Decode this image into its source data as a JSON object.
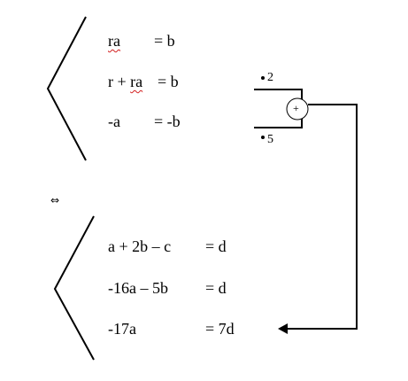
{
  "system_top": {
    "rows": [
      {
        "lhs_prefix": "",
        "lhs_underlined": "ra",
        "rhs": "= b"
      },
      {
        "lhs_prefix": "r + ",
        "lhs_underlined": "ra",
        "rhs": "= b"
      },
      {
        "lhs_prefix": "-a",
        "lhs_underlined": "",
        "rhs": "= -b"
      }
    ]
  },
  "multipliers": {
    "upper": "2",
    "lower": "5",
    "adder_symbol": "+"
  },
  "equivalence_symbol": "⇔",
  "system_bottom": {
    "rows": [
      {
        "lhs": "a + 2b – c",
        "rhs": "= d"
      },
      {
        "lhs": "-16a – 5b",
        "rhs": "= d"
      },
      {
        "lhs": "-17a",
        "rhs": "= 7d"
      }
    ]
  }
}
